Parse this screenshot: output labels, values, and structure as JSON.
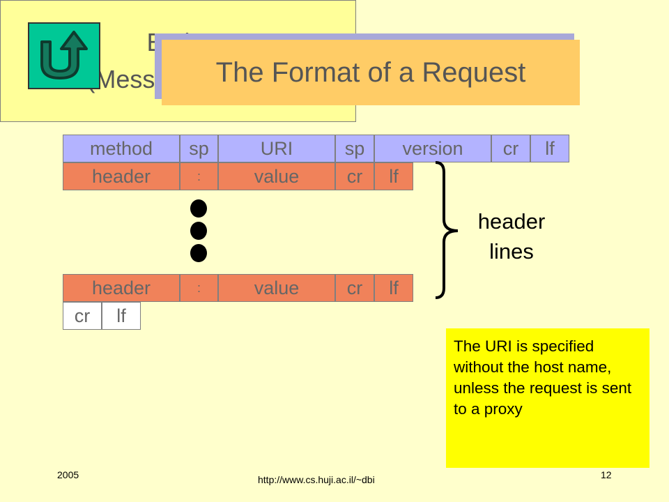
{
  "title": "The Format of a Request",
  "request_line": [
    "method",
    "sp",
    "URI",
    "sp",
    "version",
    "cr",
    "lf"
  ],
  "header_line_1": [
    "header",
    ":",
    "value",
    "cr",
    "lf"
  ],
  "header_line_2": [
    "header",
    ":",
    "value",
    "cr",
    "lf"
  ],
  "blank_line": [
    "cr",
    "lf"
  ],
  "brace_label": [
    "header",
    "lines"
  ],
  "entity": [
    "Entity",
    "(Message Body)"
  ],
  "note": "The URI is specified without the host name, unless the request is sent to a proxy",
  "footer": {
    "year": "2005",
    "url": "http://www.cs.huji.ac.il/~dbi",
    "page": "12"
  },
  "colors": {
    "background": "#ffffcc",
    "request_line": "#b3b3ff",
    "header_line": "#f0825a",
    "title_box": "#ffcc66",
    "entity": "#ffff99",
    "note": "#ffff00",
    "home_button": "#00c896"
  },
  "icons": [
    "home-return-icon"
  ]
}
